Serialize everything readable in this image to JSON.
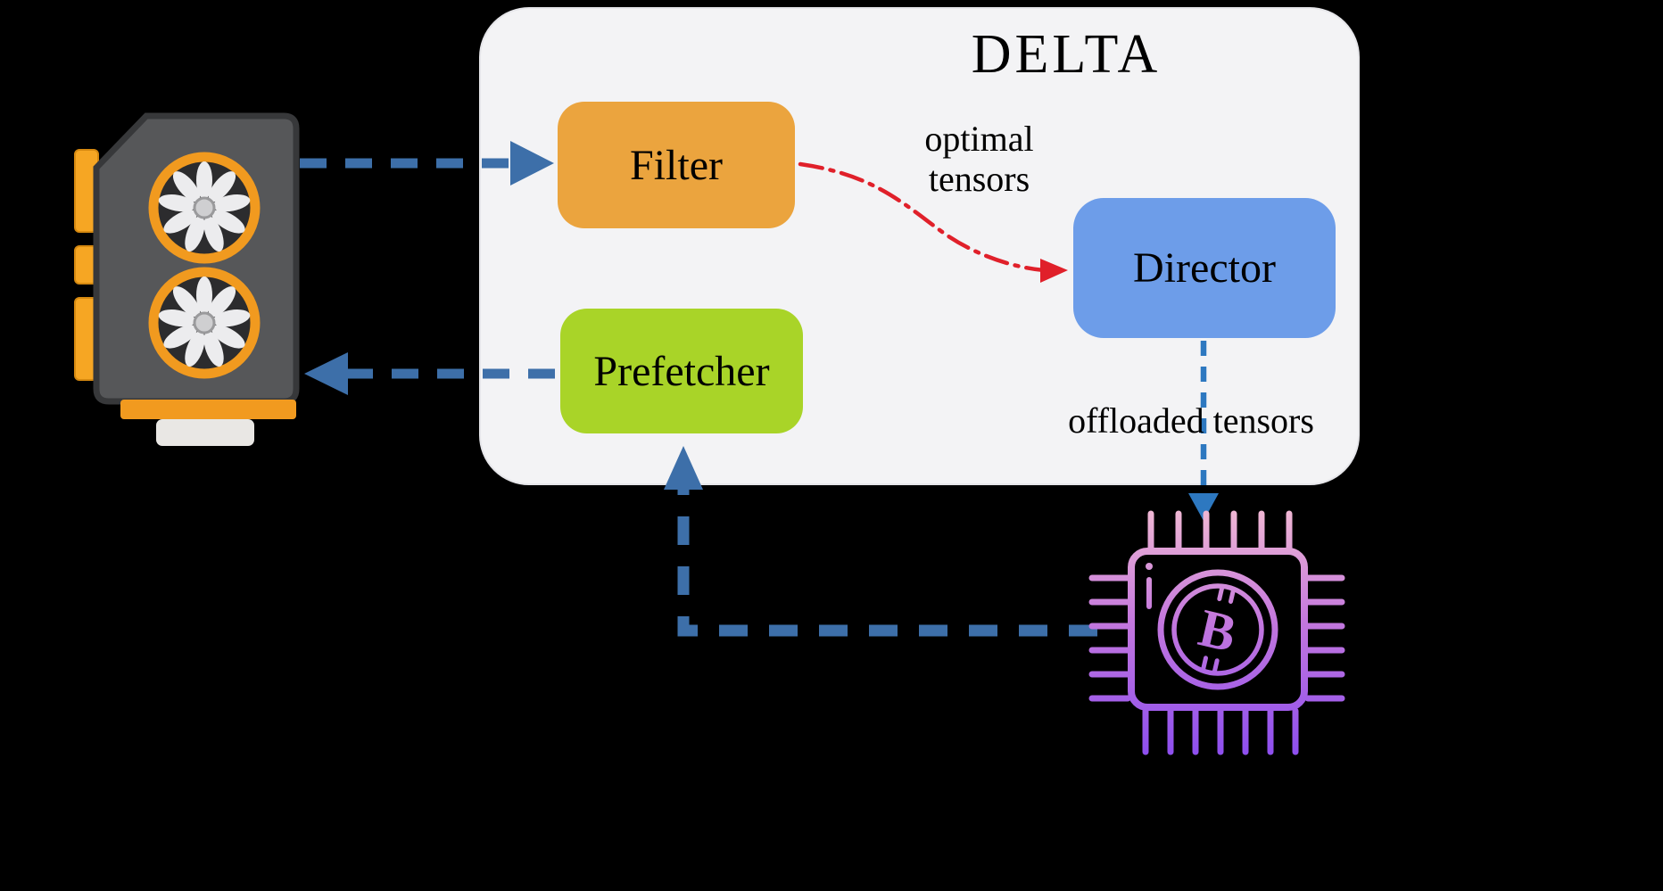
{
  "title": "DELTA",
  "nodes": {
    "filter": {
      "label": "Filter",
      "color": "#eba43e"
    },
    "director": {
      "label": "Director",
      "color": "#6d9de9"
    },
    "prefetcher": {
      "label": "Prefetcher",
      "color": "#a9d428"
    }
  },
  "edge_labels": {
    "optimal": "optimal tensors",
    "offloaded": "offloaded tensors"
  },
  "icons": {
    "left_device": "gpu-graphics-card-icon",
    "offload_target": "bitcoin-cpu-chip-icon"
  },
  "colors": {
    "background": "#000000",
    "container": "#f3f3f5",
    "text": "#000000",
    "arrow_primary": "#3d6fa9",
    "arrow_secondary": "#2d78c0",
    "arrow_optimal": "#e0202a"
  }
}
